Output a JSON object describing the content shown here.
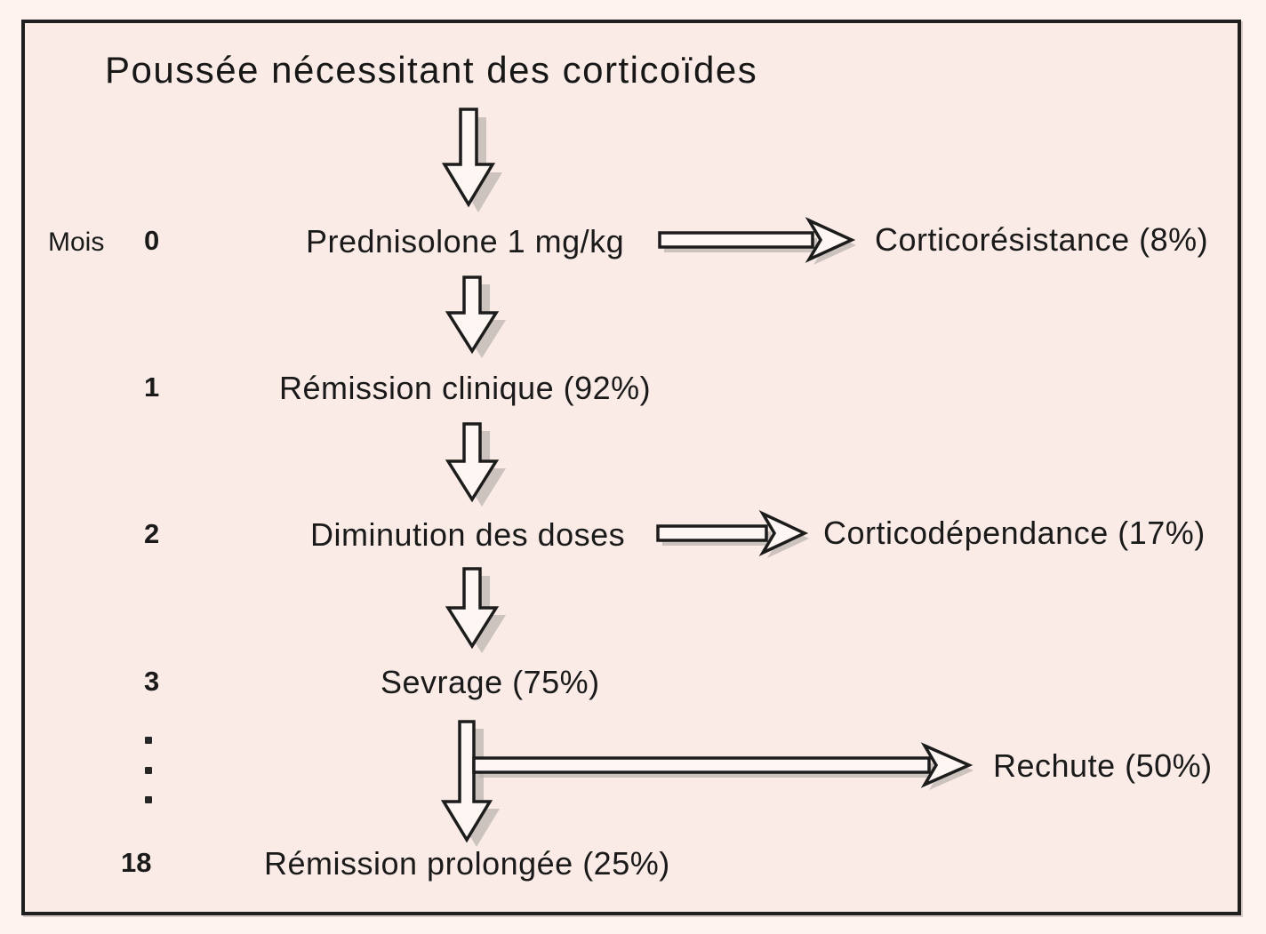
{
  "colors": {
    "page_background": "#fdf2ee",
    "panel_background": "#faebe6",
    "frame_border": "#1f1f1f",
    "text": "#1a1a1a",
    "arrow_fill": "#fdf6f2",
    "arrow_shadow": "#bcb4b0"
  },
  "diagram": {
    "title": "Poussée nécessitant des corticoïdes",
    "timeline_label": "Mois",
    "steps": [
      {
        "month": "0",
        "label": "Prednisolone 1 mg/kg",
        "outcome": "Corticorésistance (8%)"
      },
      {
        "month": "1",
        "label": "Rémission clinique (92%)",
        "outcome": ""
      },
      {
        "month": "2",
        "label": "Diminution des doses",
        "outcome": "Corticodépendance (17%)"
      },
      {
        "month": "3",
        "label": "Sevrage (75%)",
        "outcome": "Rechute (50%)"
      },
      {
        "month": "18",
        "label": "Rémission prolongée (25%)",
        "outcome": ""
      }
    ]
  }
}
